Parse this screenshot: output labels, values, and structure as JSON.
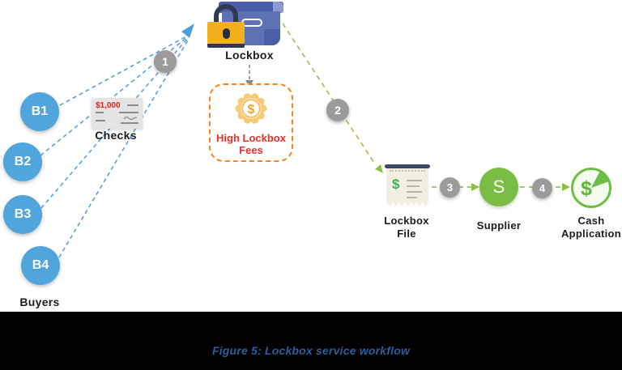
{
  "figure": {
    "caption": "Figure 5: Lockbox service workflow"
  },
  "diagram": {
    "buyers": {
      "group_label": "Buyers",
      "nodes": [
        {
          "label": "B1"
        },
        {
          "label": "B2"
        },
        {
          "label": "B3"
        },
        {
          "label": "B4"
        }
      ]
    },
    "checks": {
      "label": "Checks",
      "amount": "$1,000"
    },
    "lockbox": {
      "label": "Lockbox"
    },
    "fees": {
      "line1": "High Lockbox",
      "line2": "Fees",
      "symbol": "$"
    },
    "steps": [
      {
        "n": "1"
      },
      {
        "n": "2"
      },
      {
        "n": "3"
      },
      {
        "n": "4"
      }
    ],
    "lockbox_file": {
      "line1": "Lockbox",
      "line2": "File",
      "symbol": "$"
    },
    "supplier": {
      "label": "Supplier",
      "initial": "S"
    },
    "cash_application": {
      "line1": "Cash",
      "line2": "Application",
      "symbol": "$"
    },
    "colors": {
      "buyer_blue": "#4FA5DC",
      "dashed_blue": "#5B9FD8",
      "flow_green": "#97C657",
      "supplier_green": "#7ABD44",
      "step_gray": "#9B9B9B",
      "fees_orange": "#F6831D",
      "fees_red": "#E8312A",
      "padlock_gold": "#F2B01D",
      "padlock_navy": "#2E3A4D",
      "box_blue": "#5E71B5",
      "check_red": "#D8251D",
      "caption_blue": "#2C5F9E",
      "band_black": "#000000"
    }
  }
}
